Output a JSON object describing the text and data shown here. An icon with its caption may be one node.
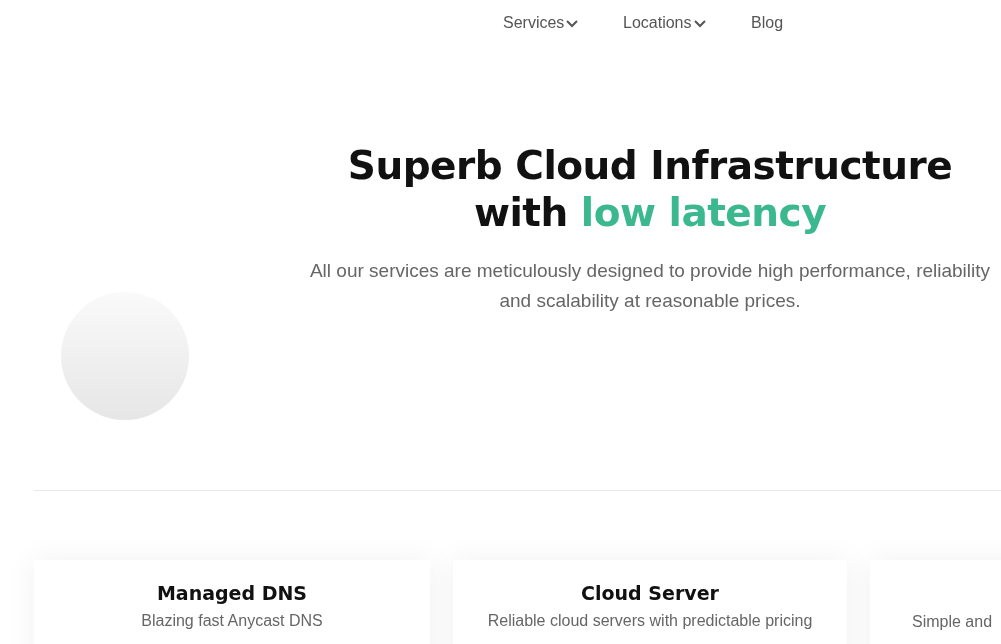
{
  "diagram": {
    "title": "Superb Cloud Infrastructure with *low latency*",
    "nodes": [
      {
        "text": [
          "Managed DNS",
          "Blazing fast Anycast DNS"
        ]
      },
      {
        "text": [
          "Cloud Server",
          "Reliable cloud servers with predictable pricing"
        ]
      },
      {
        "text": [
          "Simple and"
        ]
      }
    ],
    "labels": [
      "Services",
      "Locations",
      "Blog",
      "All our services are meticulously designed to provide high performance, reliability and scalability at reasonable prices."
    ]
  }
}
